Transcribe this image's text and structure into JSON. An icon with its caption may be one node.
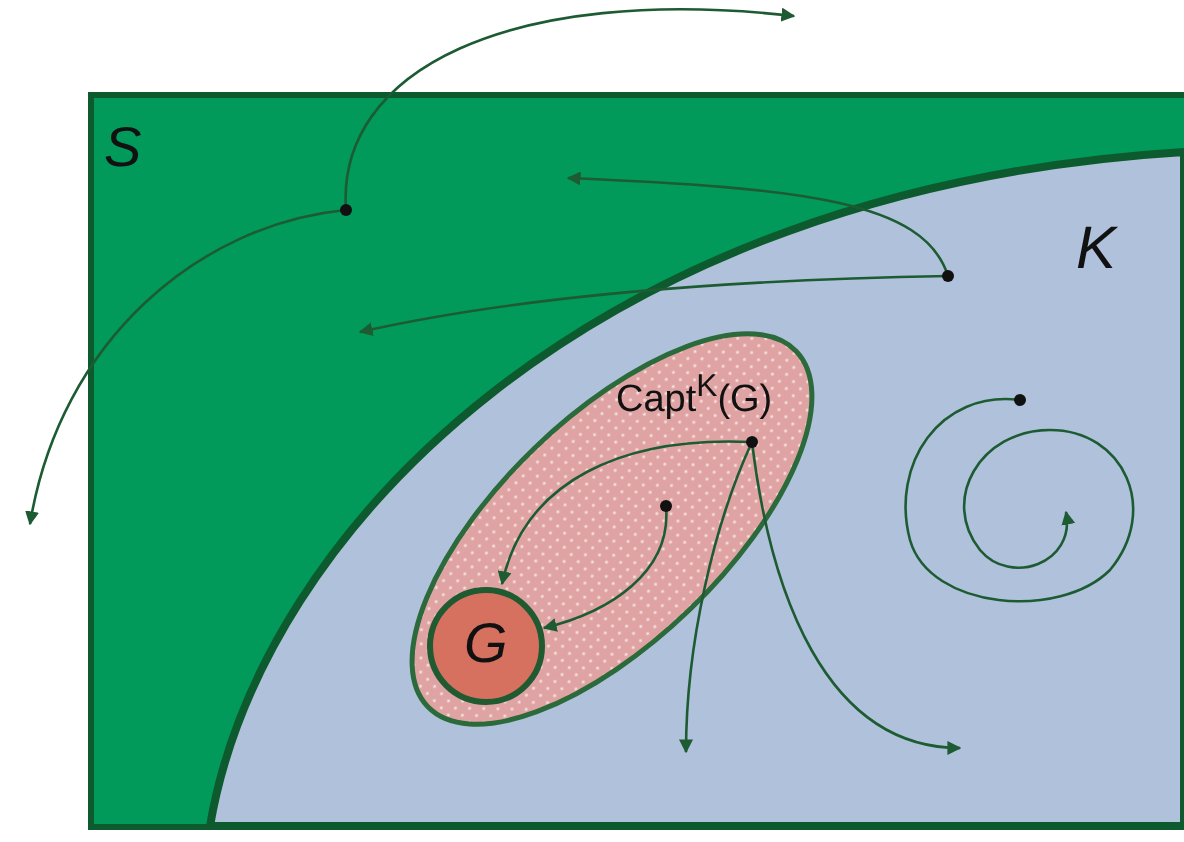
{
  "diagram": {
    "nodes": [
      {
        "text": [
          "S"
        ]
      },
      {
        "text": [
          "K"
        ],
        "in": 0
      },
      {
        "text": [
          "Capt$^{K}$(G)"
        ],
        "in": 1
      },
      {
        "text": [
          "G"
        ],
        "in": 2
      }
    ],
    "edges": [
      {
        "from": null,
        "to": 3,
        "arrow": "to"
      },
      {
        "from": null,
        "to": 3,
        "arrow": "to"
      }
    ]
  }
}
